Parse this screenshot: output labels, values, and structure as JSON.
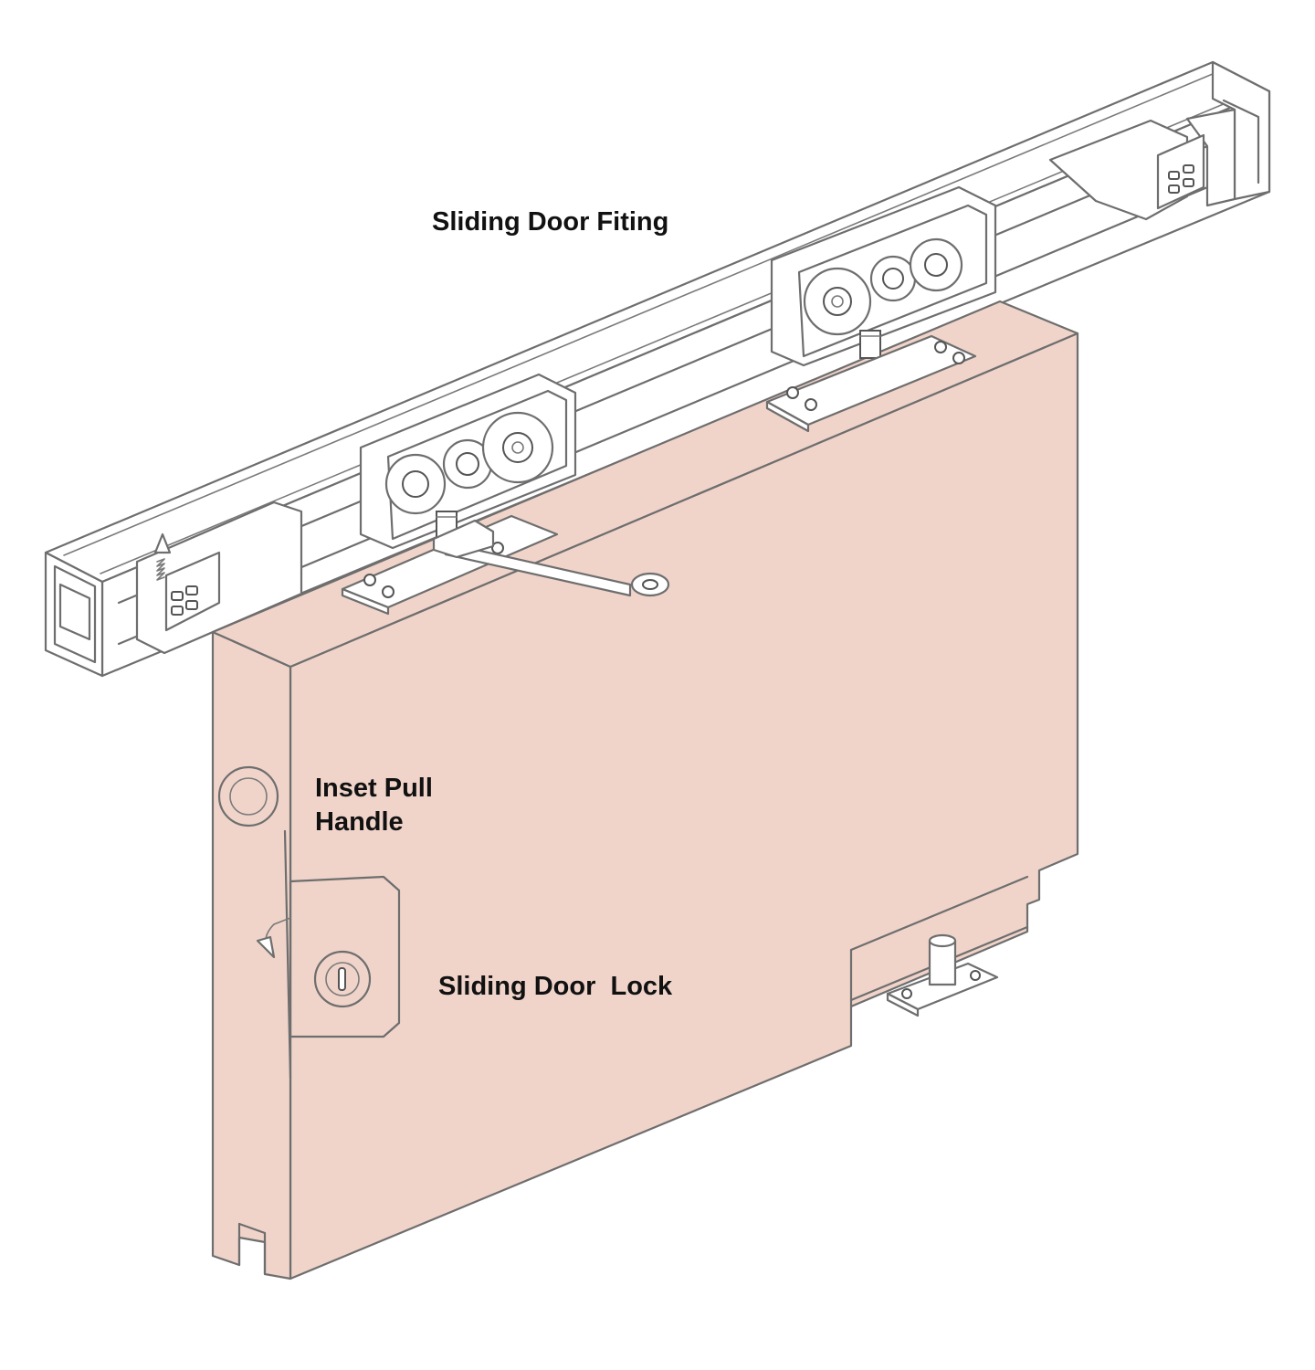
{
  "labels": {
    "fitting": "Sliding Door Fiting",
    "handle_line1": "Inset Pull",
    "handle_line2": "Handle",
    "lock": "Sliding Door  Lock"
  },
  "colors": {
    "door_fill": "#f0d4ca",
    "line": "#6e6e6e",
    "background": "#ffffff",
    "text": "#111111"
  }
}
